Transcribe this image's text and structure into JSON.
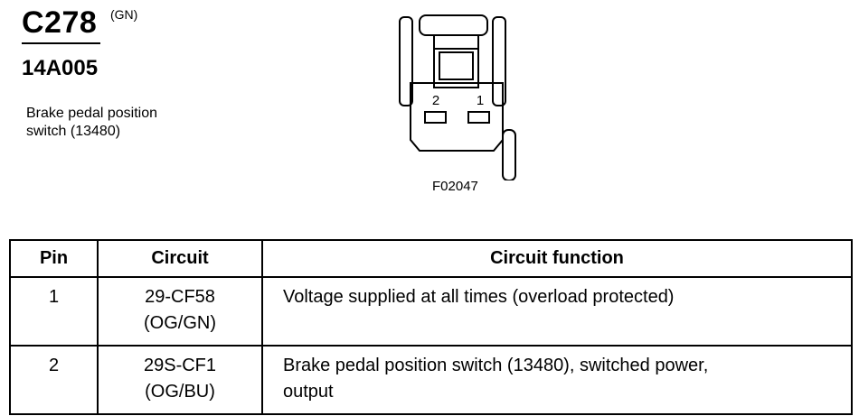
{
  "connector": {
    "id": "C278",
    "color_code": "(GN)",
    "part_number": "14A005",
    "description_lines": [
      "Brake pedal position",
      "switch (13480)"
    ]
  },
  "diagram": {
    "pin_labels": [
      "2",
      "1"
    ],
    "figure_id": "F02047"
  },
  "table": {
    "headers": [
      "Pin",
      "Circuit",
      "Circuit function"
    ],
    "rows": [
      {
        "pin": "1",
        "circuit_lines": [
          "29-CF58",
          "(OG/GN)"
        ],
        "function_lines": [
          "Voltage supplied at all times (overload protected)"
        ]
      },
      {
        "pin": "2",
        "circuit_lines": [
          "29S-CF1",
          "(OG/BU)"
        ],
        "function_lines": [
          "Brake pedal position switch (13480), switched power,",
          "output"
        ]
      }
    ]
  }
}
